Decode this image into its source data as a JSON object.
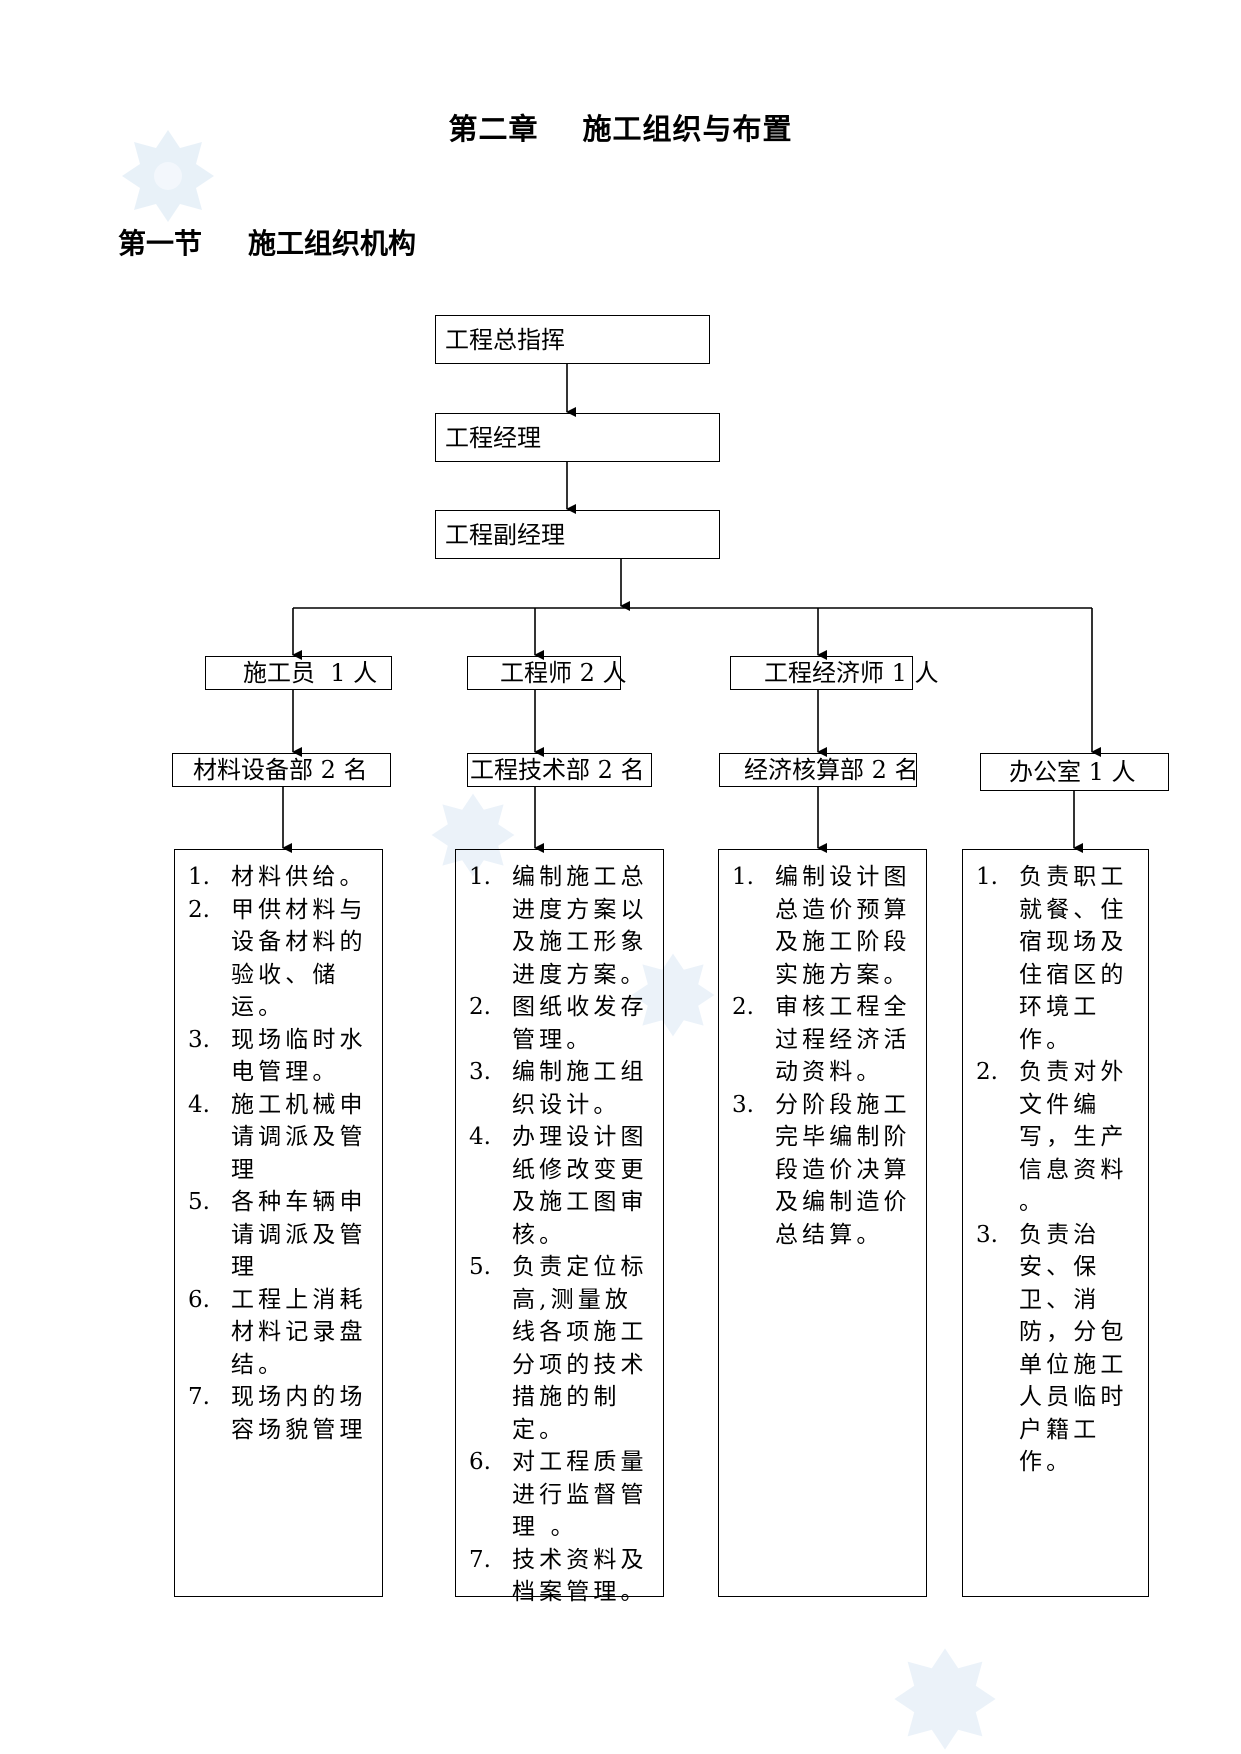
{
  "chapter": {
    "label": "第二章",
    "title": "施工组织与布置"
  },
  "section": {
    "label": "第一节",
    "title": "施工组织机构"
  },
  "chart": {
    "top": "工程总指挥",
    "manager": "工程经理",
    "deputy": "工程副经理",
    "roles": [
      "施工员  1 人",
      "工程师 2 人",
      "工程经济师 1 人"
    ],
    "departments": [
      "材料设备部 2 名",
      "工程技术部 2 名",
      "经济核算部 2 名",
      "办公室 1 人"
    ]
  },
  "duties": [
    {
      "items": [
        {
          "num": "1.",
          "text": "材料供给。"
        },
        {
          "num": "2.",
          "text": "甲供材料与设备材料的验收、储运。"
        },
        {
          "num": "3.",
          "text": "现场临时水电管理。"
        },
        {
          "num": "4.",
          "text": "施工机械申请调派及管理"
        },
        {
          "num": "5.",
          "text": "各种车辆申请调派及管理"
        },
        {
          "num": "6.",
          "text": "工程上消耗材料记录盘结。"
        },
        {
          "num": "7.",
          "text": "现场内的场容场貌管理"
        }
      ]
    },
    {
      "items": [
        {
          "num": "1.",
          "text": "编制施工总进度方案以及施工形象进度方案。"
        },
        {
          "num": "2.",
          "text": "图纸收发存管理。"
        },
        {
          "num": "3.",
          "text": "编制施工组织设计。"
        },
        {
          "num": "4.",
          "text": "办理设计图纸修改变更及施工图审核。"
        },
        {
          "num": "5.",
          "text": "负责定位标高,测量放线各项施工分项的技术措施的制定。"
        },
        {
          "num": "6.",
          "text": "对工程质量进行监督管理 。"
        },
        {
          "num": "7.",
          "text": "技术资料及档案管理。"
        }
      ]
    },
    {
      "items": [
        {
          "num": "1.",
          "text": "编制设计图总造价预算及施工阶段实施方案。"
        },
        {
          "num": "2.",
          "text": "审核工程全过程经济活动资料。"
        },
        {
          "num": "3.",
          "text": "分阶段施工完毕编制阶段造价决算及编制造价总结算。"
        }
      ]
    },
    {
      "items": [
        {
          "num": "1.",
          "text": "负责职工就餐、住宿现场及住宿区的环境工作。"
        },
        {
          "num": "2.",
          "text": "负责对外文件编写，生产信息资料 。"
        },
        {
          "num": "3.",
          "text": "负责治安、保卫、消防，分包单位施工人员临时户籍工作。"
        }
      ]
    }
  ]
}
